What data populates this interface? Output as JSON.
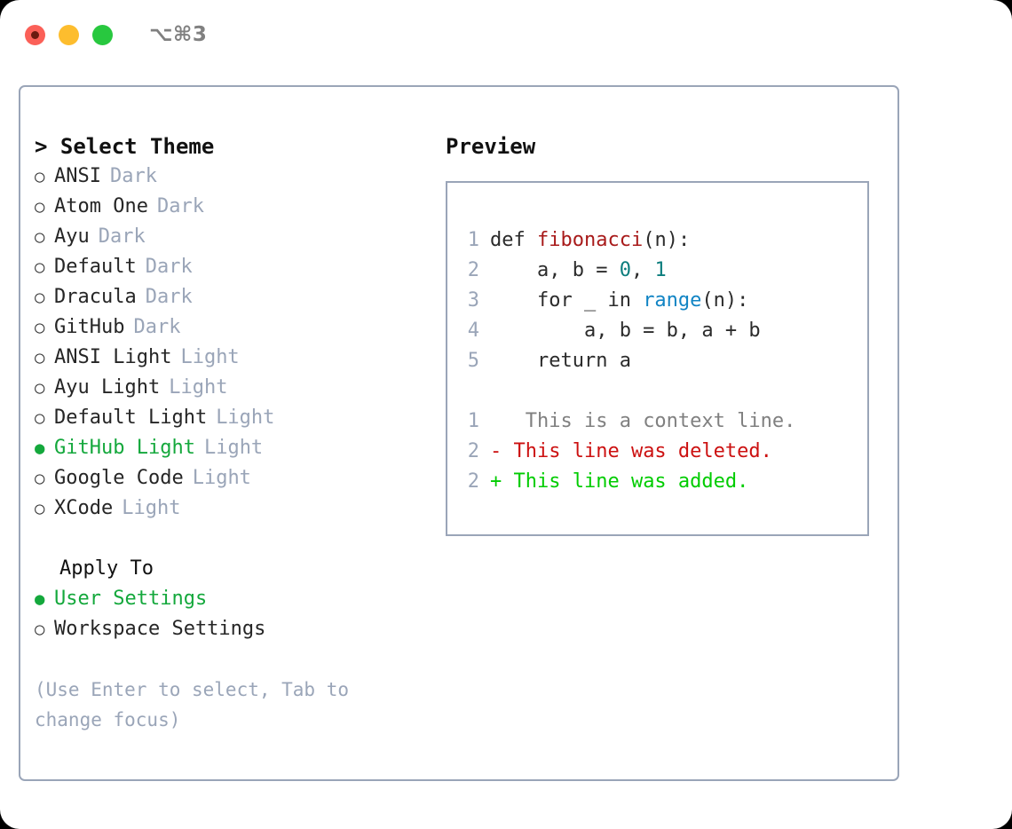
{
  "titlebar": {
    "shortcut": "⌥⌘3",
    "buttons": [
      {
        "name": "close",
        "color": "#fb6058"
      },
      {
        "name": "minimize",
        "color": "#fdbd2e"
      },
      {
        "name": "maximize",
        "color": "#28c83f"
      }
    ]
  },
  "left": {
    "heading": "> Select Theme",
    "themes": [
      {
        "bullet": "○",
        "name": "ANSI",
        "variant": "Dark",
        "selected": false
      },
      {
        "bullet": "○",
        "name": "Atom One",
        "variant": "Dark",
        "selected": false
      },
      {
        "bullet": "○",
        "name": "Ayu",
        "variant": "Dark",
        "selected": false
      },
      {
        "bullet": "○",
        "name": "Default",
        "variant": "Dark",
        "selected": false
      },
      {
        "bullet": "○",
        "name": "Dracula",
        "variant": "Dark",
        "selected": false
      },
      {
        "bullet": "○",
        "name": "GitHub",
        "variant": "Dark",
        "selected": false
      },
      {
        "bullet": "○",
        "name": "ANSI Light",
        "variant": "Light",
        "selected": false
      },
      {
        "bullet": "○",
        "name": "Ayu Light",
        "variant": "Light",
        "selected": false
      },
      {
        "bullet": "○",
        "name": "Default Light",
        "variant": "Light",
        "selected": false
      },
      {
        "bullet": "●",
        "name": "GitHub Light",
        "variant": "Light",
        "selected": true
      },
      {
        "bullet": "○",
        "name": "Google Code",
        "variant": "Light",
        "selected": false
      },
      {
        "bullet": "○",
        "name": "XCode",
        "variant": "Light",
        "selected": false
      }
    ],
    "apply_heading": "Apply To",
    "apply_options": [
      {
        "bullet": "●",
        "label": "User Settings",
        "selected": true
      },
      {
        "bullet": "○",
        "label": "Workspace Settings",
        "selected": false
      }
    ],
    "hint": "(Use Enter to select, Tab to change focus)"
  },
  "right": {
    "heading": "Preview",
    "code_lines": [
      {
        "lineno": "1",
        "segments": [
          {
            "text": "def ",
            "style": "plain"
          },
          {
            "text": "fibonacci",
            "style": "func"
          },
          {
            "text": "(n):",
            "style": "plain"
          }
        ]
      },
      {
        "lineno": "2",
        "segments": [
          {
            "text": "    a, b = ",
            "style": "plain"
          },
          {
            "text": "0",
            "style": "num"
          },
          {
            "text": ", ",
            "style": "plain"
          },
          {
            "text": "1",
            "style": "num"
          }
        ]
      },
      {
        "lineno": "3",
        "segments": [
          {
            "text": "    for _ in ",
            "style": "plain"
          },
          {
            "text": "range",
            "style": "builtin"
          },
          {
            "text": "(n):",
            "style": "plain"
          }
        ]
      },
      {
        "lineno": "4",
        "segments": [
          {
            "text": "        a, b = b, a + b",
            "style": "plain"
          }
        ]
      },
      {
        "lineno": "5",
        "segments": [
          {
            "text": "    return a",
            "style": "plain"
          }
        ]
      }
    ],
    "diff_lines": [
      {
        "lineno": "1",
        "marker": " ",
        "text": "  This is a context line.",
        "kind": "ctx"
      },
      {
        "lineno": "2",
        "marker": "-",
        "text": " This line was deleted.",
        "kind": "del"
      },
      {
        "lineno": "2",
        "marker": "+",
        "text": " This line was added.",
        "kind": "add"
      }
    ]
  },
  "colors": {
    "border": "#9aa5b8",
    "accent_green": "#14a83c",
    "diff_add": "#00cc00",
    "diff_del": "#cc1111",
    "muted": "#9aa5b8",
    "func": "#a81a1a",
    "num": "#0b7d7d",
    "builtin": "#1184c4"
  }
}
